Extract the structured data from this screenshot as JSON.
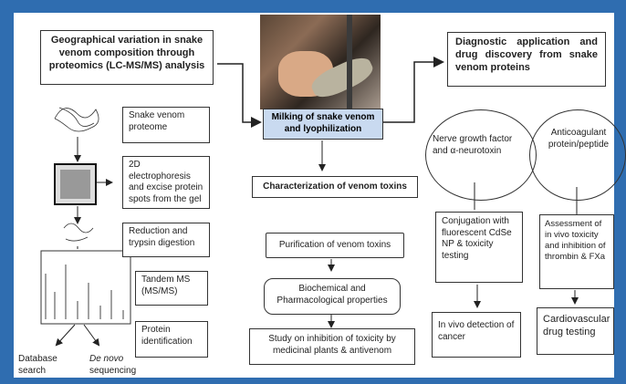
{
  "title_box": "Geographical variation in snake venom composition through proteomics (LC-MS/MS) analysis",
  "diag_box": "Diagnostic application and drug discovery from snake venom proteins",
  "milking": "Milking of snake venom and lyophilization",
  "characterization": "Characterization of venom toxins",
  "left_steps": [
    "Snake venom proteome",
    "2D electrophoresis and excise protein spots from the gel",
    "Reduction and trypsin digestion",
    "Tandem MS (MS/MS)",
    "Protein identification"
  ],
  "database_search": "Database search",
  "de_novo": "De novo",
  "sequencing": "sequencing",
  "middle_steps": [
    "Purification of venom toxins",
    "Biochemical and Pharmacological properties",
    "Study on inhibition of toxicity by medicinal plants & antivenom"
  ],
  "nerve_growth": "Nerve growth factor and α-neurotoxin",
  "anticoagulant": "Anticoagulant protein/peptide",
  "conjugation": "Conjugation with fluorescent CdSe NP & toxicity testing",
  "assessment": "Assessment of in vivo toxicity and inhibition of thrombin & FXa",
  "in_vivo_detection": "In vivo detection of cancer",
  "cardio": "Cardiovascular drug testing"
}
